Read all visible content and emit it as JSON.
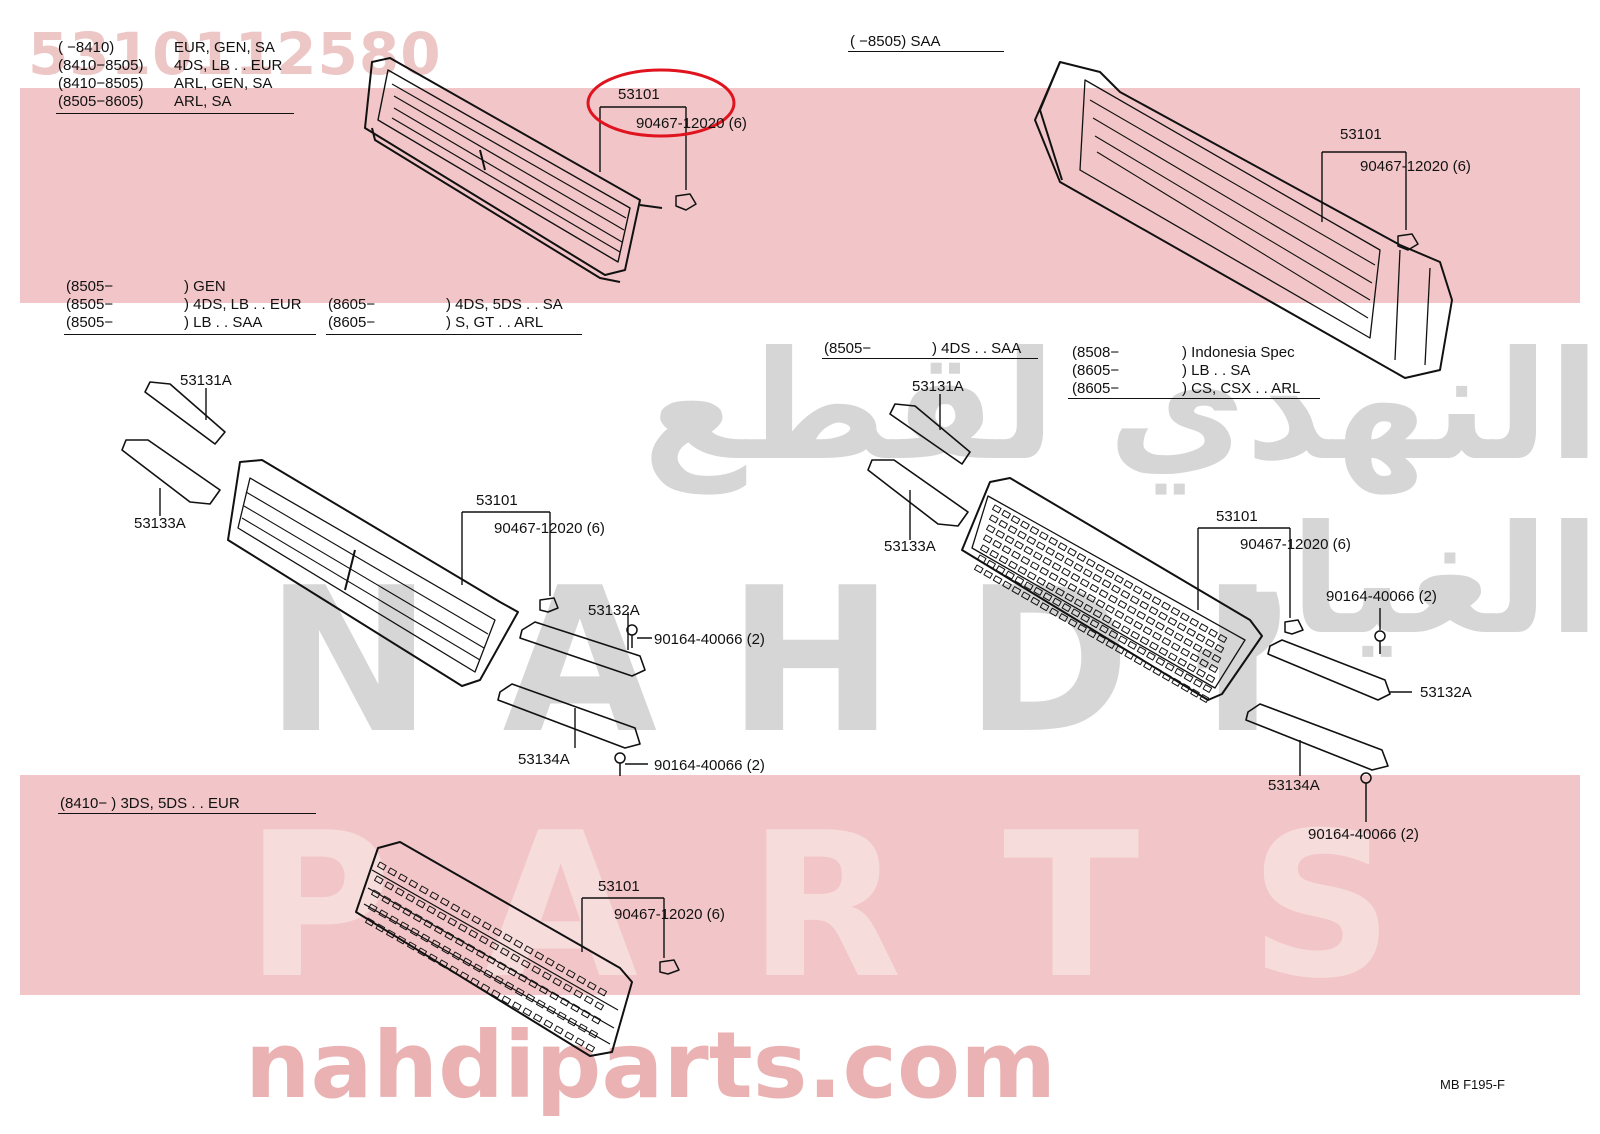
{
  "watermark": {
    "part_code": "5310112580",
    "arabic": "النهدي لقطع الغيار",
    "word1": "NAHDI",
    "word2": "PARTS",
    "site": "nahdiparts.com"
  },
  "diagram_code": "MB F195-F",
  "top_left": {
    "conditions": [
      {
        "range": "(      −8410)",
        "spec": "EUR, GEN, SA"
      },
      {
        "range": "(8410−8505)",
        "spec": "4DS, LB . . EUR"
      },
      {
        "range": "(8410−8505)",
        "spec": "ARL, GEN, SA"
      },
      {
        "range": "(8505−8605)",
        "spec": "ARL, SA"
      }
    ],
    "parts": {
      "grille": "53101",
      "clip": "90467-12020 (6)"
    }
  },
  "top_right": {
    "condition": "(       −8505) SAA",
    "parts": {
      "grille": "53101",
      "clip": "90467-12020 (6)"
    }
  },
  "mid_left": {
    "conditions_a": [
      {
        "range": "(8505−",
        "spec": ") GEN"
      },
      {
        "range": "(8505−",
        "spec": ") 4DS, LB . . EUR"
      },
      {
        "range": "(8505−",
        "spec": ") LB . . SAA"
      }
    ],
    "conditions_b": [
      {
        "range": "(8605−",
        "spec": ") 4DS, 5DS . . SA"
      },
      {
        "range": "(8605−",
        "spec": ") S, GT . . ARL"
      }
    ],
    "parts": {
      "upper_bracket": "53131A",
      "lower_bracket": "53133A",
      "grille": "53101",
      "clip": "90467-12020 (6)",
      "side_bracket": "53132A",
      "screw_1": "90164-40066 (2)",
      "bottom_bracket": "53134A",
      "screw_2": "90164-40066 (2)"
    }
  },
  "mid_right": {
    "conditions_a": [
      {
        "range": "(8505−",
        "spec": ") 4DS . . SAA"
      }
    ],
    "conditions_b": [
      {
        "range": "(8508−",
        "spec": ") Indonesia Spec"
      },
      {
        "range": "(8605−",
        "spec": ") LB . . SA"
      },
      {
        "range": "(8605−",
        "spec": ") CS, CSX . . ARL"
      }
    ],
    "parts": {
      "upper_bracket": "53131A",
      "lower_bracket": "53133A",
      "grille": "53101",
      "clip": "90467-12020 (6)",
      "screw_1": "90164-40066 (2)",
      "side_bracket": "53132A",
      "bottom_bracket": "53134A",
      "screw_2": "90164-40066 (2)"
    }
  },
  "bottom": {
    "condition": "(8410−         ) 3DS, 5DS . . EUR",
    "parts": {
      "grille": "53101",
      "clip": "90467-12020 (6)"
    }
  },
  "highlight_color": "#e0141e"
}
